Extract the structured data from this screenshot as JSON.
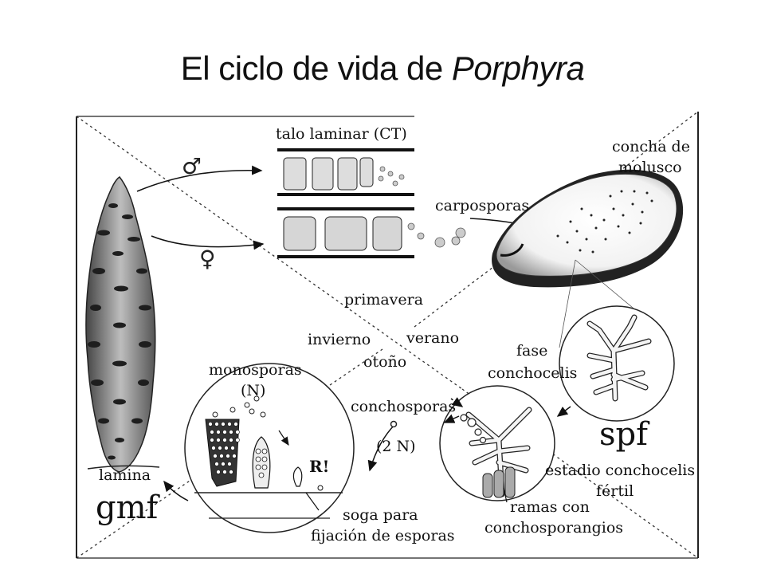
{
  "title": {
    "text": "El ciclo de vida de ",
    "italic": "Porphyra"
  },
  "symbols": {
    "male": "♂",
    "female": "♀"
  },
  "labels": {
    "talo_laminar": "talo laminar (CT)",
    "concha": [
      "concha de",
      "molusco"
    ],
    "carposporas": "carposporas",
    "primavera": "primavera",
    "invierno": "invierno",
    "verano": "verano",
    "otono": "otoño",
    "fase": [
      "fase",
      "conchocelis"
    ],
    "monosporas": [
      "monosporas",
      "(N)"
    ],
    "conchosporas": "conchosporas",
    "dos_n": "(2 N)",
    "spf": "spf",
    "estadio": [
      "estadio conchocelis",
      "fértil"
    ],
    "lamina": "lamina",
    "gmf": "gmf",
    "r": "R!",
    "soga": [
      "soga para",
      "fijación de esporas"
    ],
    "ramas": [
      "ramas con",
      "conchosporangios"
    ]
  }
}
